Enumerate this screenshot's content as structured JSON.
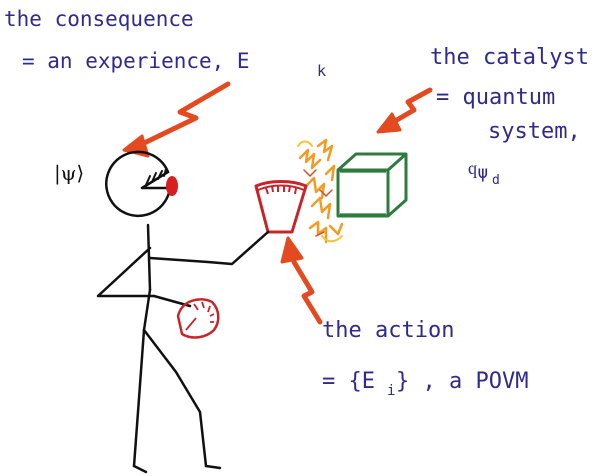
{
  "consequence": {
    "line1": "the consequence",
    "line2": "= an experience, E",
    "subscript": "k"
  },
  "catalyst": {
    "line1": "the catalyst",
    "line2": "= quantum",
    "line3": "system,",
    "symbol": "ϥψ",
    "subscript": "d"
  },
  "action": {
    "line1": "the action",
    "line2": "= {E",
    "subscript": "i",
    "line2_rest": "} , a POVM"
  },
  "psi_label": "|ψ⟩",
  "colors": {
    "text": "#2f2a8f",
    "arrow": "#e34a1f",
    "cube": "#2f7a3e",
    "meter": "#c8252a",
    "nose": "#d81e1e",
    "sparks": "#f39b24",
    "ink": "#111111"
  },
  "icons": {
    "head": "meter-head-icon",
    "cube": "cube-icon",
    "meter_cup": "measuring-cup-icon",
    "hip_meter": "dial-meter-icon",
    "arrow": "zigzag-arrow-icon",
    "sparks": "spark-icon"
  }
}
